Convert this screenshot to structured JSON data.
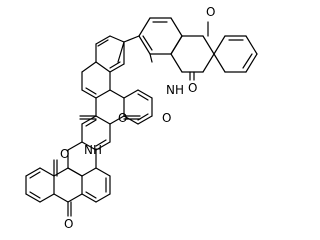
{
  "diagram": {
    "type": "chemical-structure",
    "atoms": {
      "oxygen": "O",
      "nh": "NH"
    }
  },
  "colors": {
    "background": "#ffffff",
    "bond": "#000000",
    "text": "#000000"
  }
}
